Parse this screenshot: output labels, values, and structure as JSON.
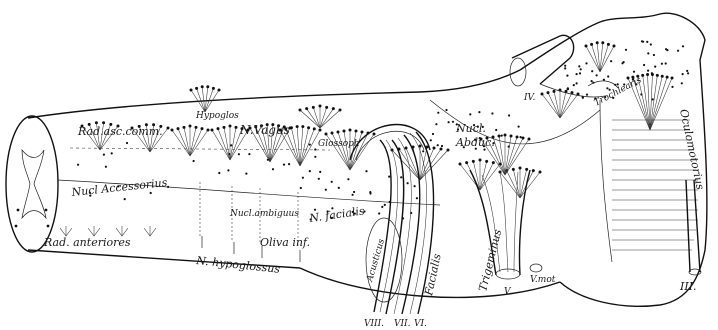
{
  "labels": {
    "rad_asc_comm": "Rad.asc.comm.",
    "hypoglossus": "Hypoglos",
    "vagus": "N.Vagus",
    "glossoph": "Glossoph",
    "nucl_abduc_1": "Nucl.",
    "nucl_abduc_2": "Abduc.",
    "iv": "IV.",
    "trochlearis": "Trochlearis",
    "oculomotorius": "Oculomotorius",
    "iii": "III.",
    "nucl_accessorius": "Nucl Accessorius",
    "nucl_ambiguus": "Nucl.ambiguus",
    "n_facialis": "N. facialis",
    "oliva_inf": "Oliva inf.",
    "rad_anteriores": "Rad. anteriores",
    "n_hypoglossus": "N. hypoglossus",
    "acusticus": "Acusticus",
    "facialis": "Facialis",
    "trigeminus": "Trigeminus",
    "v": "V.",
    "v_mot": "V.mot",
    "viii": "VIII.",
    "vii": "VII.",
    "vi": "VI."
  }
}
